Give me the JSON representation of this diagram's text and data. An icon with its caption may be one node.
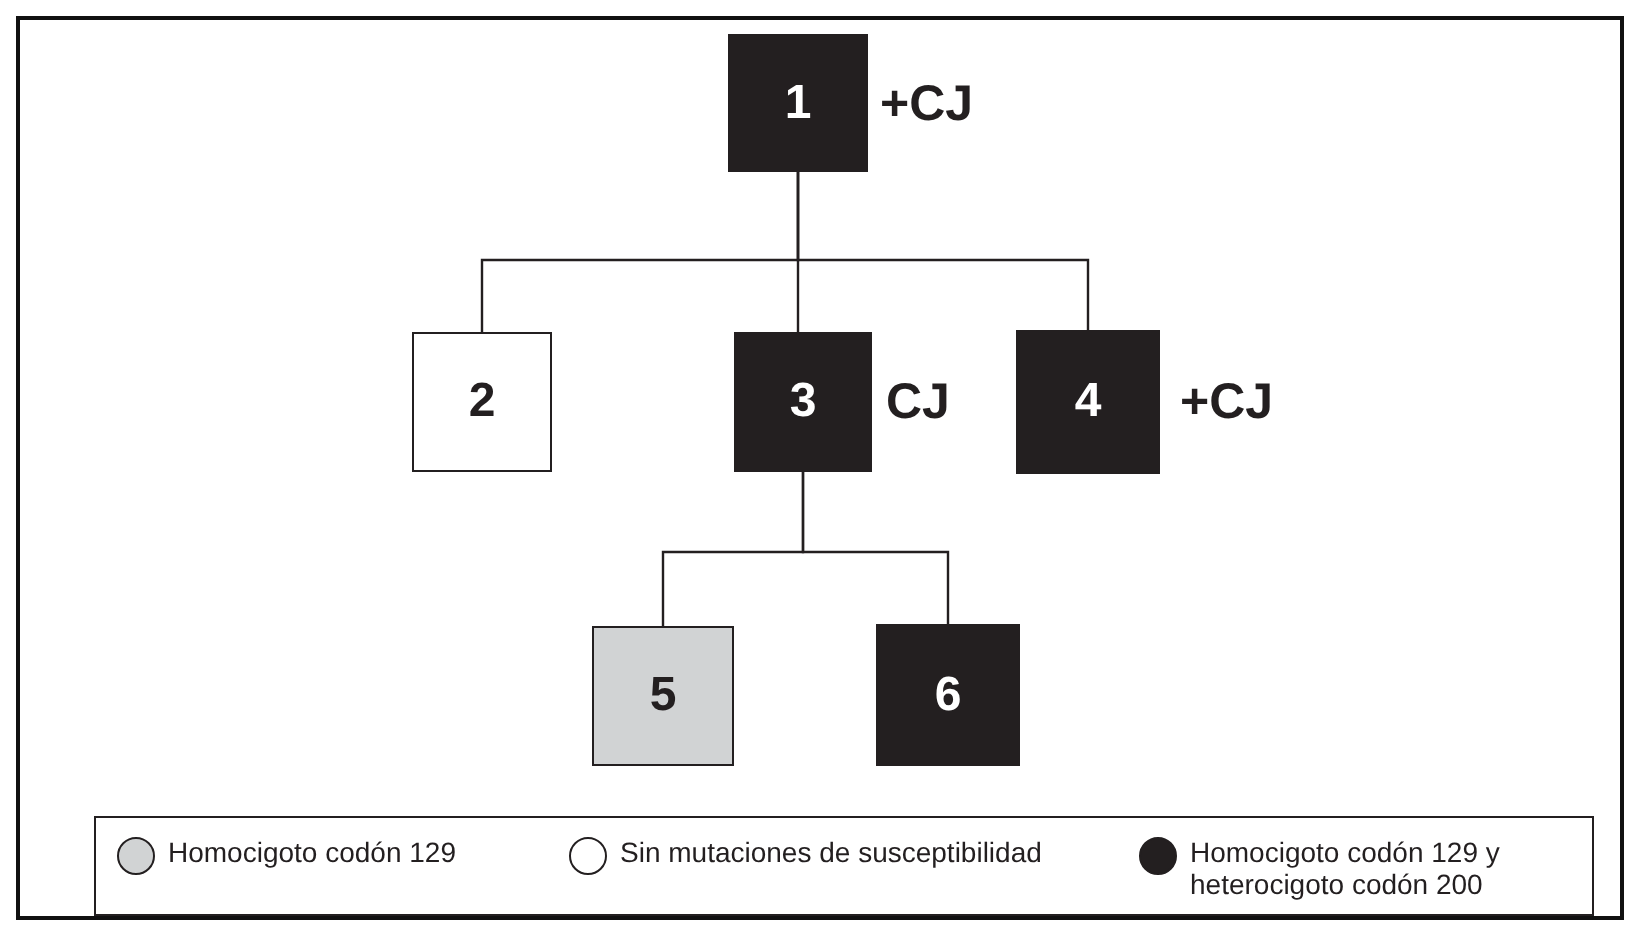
{
  "diagram": {
    "nodes": [
      {
        "text": [
          "1"
        ],
        "beside": [
          "+CJ"
        ]
      },
      {
        "text": [
          "2"
        ]
      },
      {
        "text": [
          "3"
        ],
        "beside": [
          "CJ"
        ]
      },
      {
        "text": [
          "4"
        ],
        "beside": [
          "+CJ"
        ]
      },
      {
        "text": [
          "5"
        ]
      },
      {
        "text": [
          "6"
        ]
      }
    ],
    "edges": [
      {
        "from": 0,
        "to": 1,
        "arrow": "none"
      },
      {
        "from": 0,
        "to": 2,
        "arrow": "none"
      },
      {
        "from": 0,
        "to": 3,
        "arrow": "none"
      },
      {
        "from": 2,
        "to": 4,
        "arrow": "none"
      },
      {
        "from": 2,
        "to": 5,
        "arrow": "none"
      }
    ],
    "legend": [
      {
        "text": "Homocigoto codón 129",
        "color": "#d1d3d4"
      },
      {
        "text": "Sin mutaciones de susceptibilidad",
        "color": "#ffffff"
      },
      {
        "text": "Homocigoto codón 129 y heterocigoto codón 200",
        "color": "#231f20"
      }
    ]
  }
}
